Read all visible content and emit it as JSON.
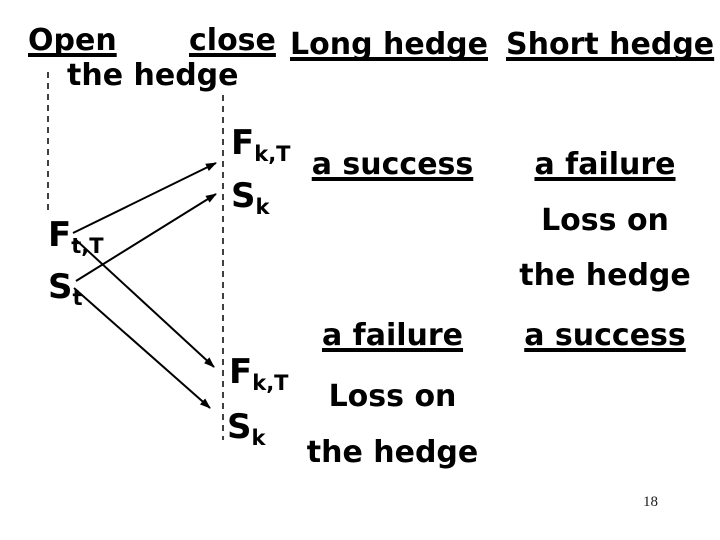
{
  "page": {
    "background_color": "#ffffff",
    "text_color": "#000000",
    "page_number": "18"
  },
  "header": {
    "open": "Open",
    "close": "close",
    "close_sub": "the hedge",
    "long_hedge": "Long hedge",
    "short_hedge": "Short hedge"
  },
  "diagram": {
    "open_time": {
      "futures": {
        "main": "F",
        "sub": "t,T"
      },
      "spot": {
        "main": "S",
        "sub": "t"
      }
    },
    "close_up": {
      "futures": {
        "main": "F",
        "sub": "k,T"
      },
      "spot": {
        "main": "S",
        "sub": "k"
      }
    },
    "close_down": {
      "futures": {
        "main": "F",
        "sub": "k,T"
      },
      "spot": {
        "main": "S",
        "sub": "k"
      }
    }
  },
  "long_hedge_col": {
    "top_outcome": "a success",
    "bottom_outcome": "a failure",
    "bottom_loss_line1": "Loss on",
    "bottom_loss_line2": "the hedge"
  },
  "short_hedge_col": {
    "top_outcome": "a failure",
    "top_loss_line1": "Loss on",
    "top_loss_line2": "the hedge",
    "bottom_outcome": "a success"
  }
}
